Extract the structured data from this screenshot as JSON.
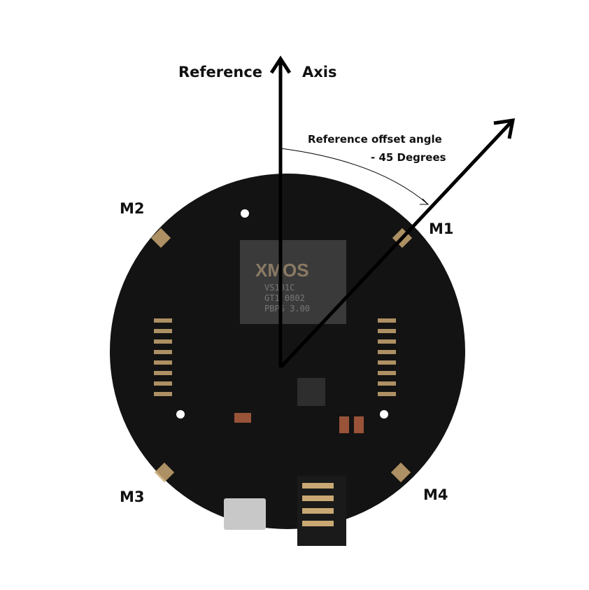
{
  "labels": {
    "reference": "Reference",
    "axis": "Axis",
    "offset_line1": "Reference offset angle",
    "offset_line2": "- 45 Degrees",
    "m1": "M1",
    "m2": "M2",
    "m3": "M3",
    "m4": "M4"
  },
  "chip": {
    "brand": "XMOS",
    "line1": "VS101C",
    "line2": "GT1 0802",
    "line3": "PBPS 3.00"
  },
  "offset_angle_degrees": 45,
  "colors": {
    "board": "#141313",
    "pad": "#c9a873",
    "arrow": "#000000"
  }
}
